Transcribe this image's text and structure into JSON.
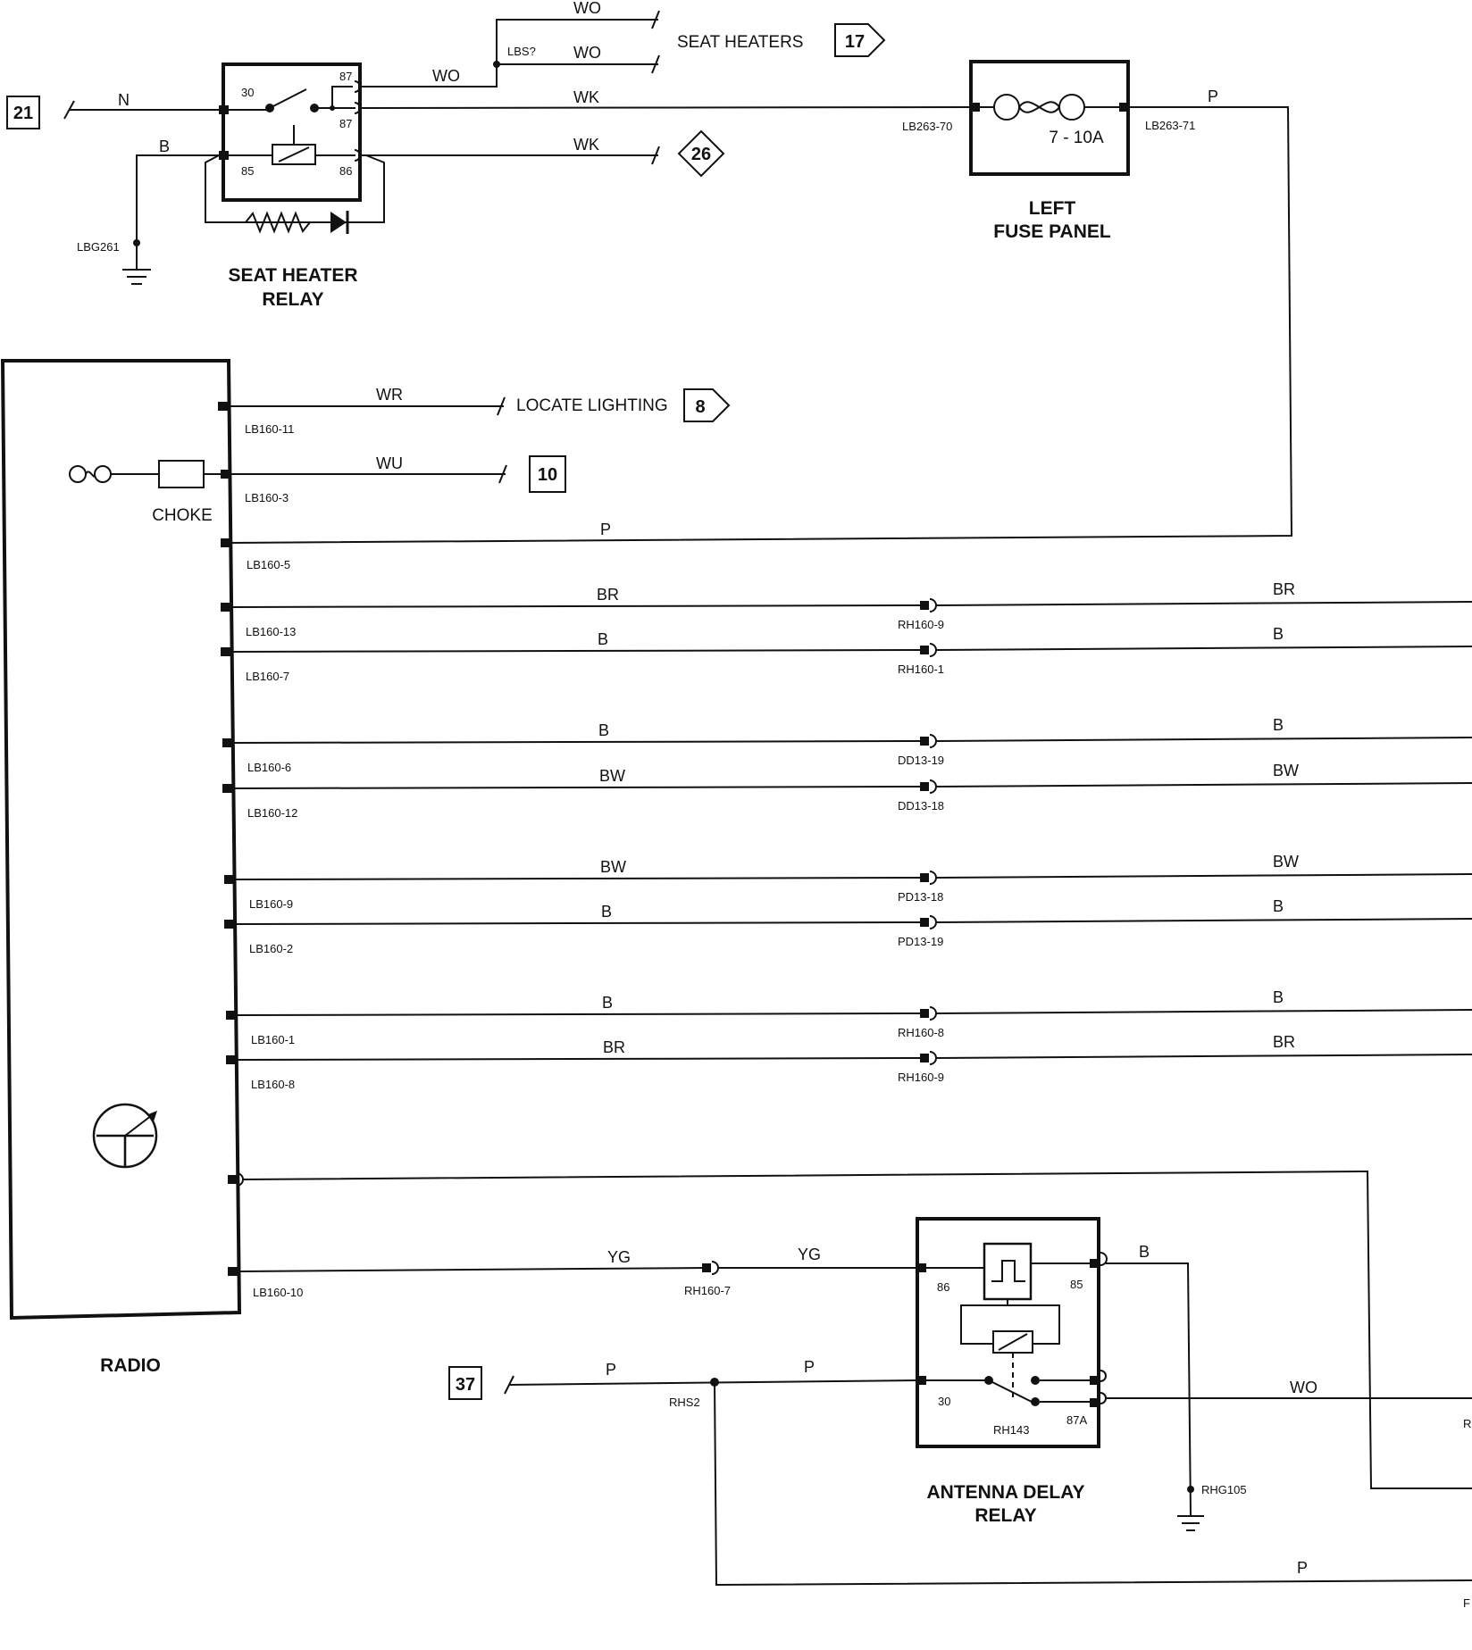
{
  "seat_heater_relay": {
    "title_line1": "SEAT HEATER",
    "title_line2": "RELAY",
    "pin_30": "30",
    "pin_87_top": "87",
    "pin_87_mid": "87",
    "pin_85": "85",
    "pin_86": "86",
    "ground_ref": "LBG261"
  },
  "seat_heater_refs": {
    "ref_21": "21",
    "ref_17": "17",
    "ref_26": "26",
    "wire_n": "N",
    "wire_b": "B",
    "wire_wo_1": "WO",
    "wire_wo_2": "WO",
    "wire_wo_3": "WO",
    "wire_wk_1": "WK",
    "wire_wk_2": "WK",
    "splice": "LBS?",
    "seat_heaters": "SEAT HEATERS"
  },
  "fuse_panel": {
    "title_line1": "LEFT",
    "title_line2": "FUSE PANEL",
    "fuse_rating": "7 - 10A",
    "conn_in": "LB263-70",
    "conn_out": "LB263-71",
    "wire_p": "P"
  },
  "radio": {
    "title": "RADIO",
    "choke": "CHOKE"
  },
  "radio_wires": [
    {
      "conn": "LB160-11",
      "color": "WR"
    },
    {
      "conn": "LB160-3",
      "color": "WU"
    },
    {
      "conn": "LB160-5",
      "color": "P"
    },
    {
      "conn": "LB160-13",
      "color": "BR",
      "mid": "RH160-9",
      "right": "BR"
    },
    {
      "conn": "LB160-7",
      "color": "B",
      "mid": "RH160-1",
      "right": "B"
    },
    {
      "conn": "LB160-6",
      "color": "B",
      "mid": "DD13-19",
      "right": "B"
    },
    {
      "conn": "LB160-12",
      "color": "BW",
      "mid": "DD13-18",
      "right": "BW"
    },
    {
      "conn": "LB160-9",
      "color": "BW",
      "mid": "PD13-18",
      "right": "BW"
    },
    {
      "conn": "LB160-2",
      "color": "B",
      "mid": "PD13-19",
      "right": "B"
    },
    {
      "conn": "LB160-1",
      "color": "B",
      "mid": "RH160-8",
      "right": "B"
    },
    {
      "conn": "LB160-8",
      "color": "BR",
      "mid": "RH160-9",
      "right": "BR"
    },
    {
      "conn": "LB160-10",
      "color": "YG",
      "mid": "RH160-7",
      "right": "YG"
    }
  ],
  "locate_lighting": {
    "label": "LOCATE LIGHTING",
    "ref": "8"
  },
  "ref_10": "10",
  "antenna_relay": {
    "title_line1": "ANTENNA DELAY",
    "title_line2": "RELAY",
    "pin_86": "86",
    "pin_85": "85",
    "pin_30": "30",
    "pin_87a": "87A",
    "id": "RH143",
    "wire_b": "B",
    "ground_ref": "RHG105",
    "splice": "RHS2",
    "ref_37": "37",
    "wire_p_1": "P",
    "wire_p_2": "P",
    "wire_p_3": "P",
    "wire_wo": "WO",
    "edge_r1": "R",
    "edge_r2": "F"
  }
}
